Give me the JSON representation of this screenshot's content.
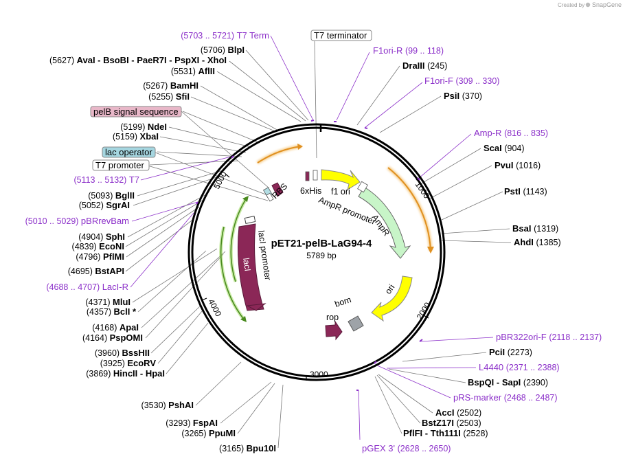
{
  "credit": {
    "prefix": "Created by",
    "brand": "SnapGene"
  },
  "map": {
    "name": "pET21-pelB-LaG94-4",
    "length": "5789 bp",
    "ticks": [
      "1000",
      "2000",
      "3000",
      "4000",
      "5000"
    ]
  },
  "features": {
    "his": "6xHis",
    "f1ori": "f1 ori",
    "amprprom": "AmpR promoter",
    "ampr": "AmpR",
    "ori": "ori",
    "bom": "bom",
    "rop": "rop",
    "laci": "lacI",
    "laciprom": "lacI promoter",
    "rbs": "RBS"
  },
  "callouts": {
    "t7term_box": "T7 terminator",
    "pelb_box": "pelB signal sequence",
    "lacop_box": "lac operator",
    "t7prom_box": "T7 promoter"
  },
  "left_labels": [
    {
      "pos": "(5703 .. 5721)",
      "name": "T7 Term",
      "primer": true
    },
    {
      "pos": "(5706)",
      "name": "BlpI"
    },
    {
      "pos": "(5627)",
      "name": "AvaI  -  BsoBI  -  PaeR7I  -  PspXI  -  XhoI"
    },
    {
      "pos": "(5531)",
      "name": "AflII"
    },
    {
      "pos": "(5267)",
      "name": "BamHI"
    },
    {
      "pos": "(5255)",
      "name": "SfiI"
    },
    {
      "pos": "(5199)",
      "name": "NdeI"
    },
    {
      "pos": "(5159)",
      "name": "XbaI"
    },
    {
      "pos": "(5113 .. 5132)",
      "name": "T7",
      "primer": true
    },
    {
      "pos": "(5093)",
      "name": "BglII"
    },
    {
      "pos": "(5052)",
      "name": "SgrAI"
    },
    {
      "pos": "(5010 .. 5029)",
      "name": "pBRrevBam",
      "primer": true
    },
    {
      "pos": "(4904)",
      "name": "SphI"
    },
    {
      "pos": "(4839)",
      "name": "EcoNI"
    },
    {
      "pos": "(4796)",
      "name": "PflMI"
    },
    {
      "pos": "(4695)",
      "name": "BstAPI"
    },
    {
      "pos": "(4688 .. 4707)",
      "name": "LacI-R",
      "primer": true
    },
    {
      "pos": "(4371)",
      "name": "MluI"
    },
    {
      "pos": "(4357)",
      "name": "BclI *"
    },
    {
      "pos": "(4168)",
      "name": "ApaI"
    },
    {
      "pos": "(4164)",
      "name": "PspOMI"
    },
    {
      "pos": "(3960)",
      "name": "BssHII"
    },
    {
      "pos": "(3925)",
      "name": "EcoRV"
    },
    {
      "pos": "(3869)",
      "name": "HincII  -  HpaI"
    },
    {
      "pos": "(3530)",
      "name": "PshAI"
    },
    {
      "pos": "(3293)",
      "name": "FspAI"
    },
    {
      "pos": "(3265)",
      "name": "PpuMI"
    },
    {
      "pos": "(3165)",
      "name": "Bpu10I"
    }
  ],
  "right_labels": [
    {
      "name": "F1ori-R",
      "pos": "(99 .. 118)",
      "primer": true
    },
    {
      "name": "DraIII",
      "pos": "(245)"
    },
    {
      "name": "F1ori-F",
      "pos": "(309 .. 330)",
      "primer": true
    },
    {
      "name": "PsiI",
      "pos": "(370)"
    },
    {
      "name": "Amp-R",
      "pos": "(816 .. 835)",
      "primer": true
    },
    {
      "name": "ScaI",
      "pos": "(904)"
    },
    {
      "name": "PvuI",
      "pos": "(1016)"
    },
    {
      "name": "PstI",
      "pos": "(1143)"
    },
    {
      "name": "BsaI",
      "pos": "(1319)"
    },
    {
      "name": "AhdI",
      "pos": "(1385)"
    },
    {
      "name": "pBR322ori-F",
      "pos": "(2118 .. 2137)",
      "primer": true
    },
    {
      "name": "PciI",
      "pos": "(2273)"
    },
    {
      "name": "L4440",
      "pos": "(2371 .. 2388)",
      "primer": true
    },
    {
      "name": "BspQI  -  SapI",
      "pos": "(2390)"
    },
    {
      "name": "pRS-marker",
      "pos": "(2468 .. 2487)",
      "primer": true
    },
    {
      "name": "AccI",
      "pos": "(2502)"
    },
    {
      "name": "BstZ17I",
      "pos": "(2503)"
    },
    {
      "name": "PflFI  -  Tth111I",
      "pos": "(2528)"
    },
    {
      "name": "pGEX 3'",
      "pos": "(2628 .. 2650)",
      "primer": true
    }
  ],
  "colors": {
    "primer": "#8b2fc9",
    "laci": "#8b2757",
    "ampr": "#c8f5c8",
    "ori": "#ffff00",
    "orange": "#f0a830",
    "green": "#5aa02c"
  }
}
